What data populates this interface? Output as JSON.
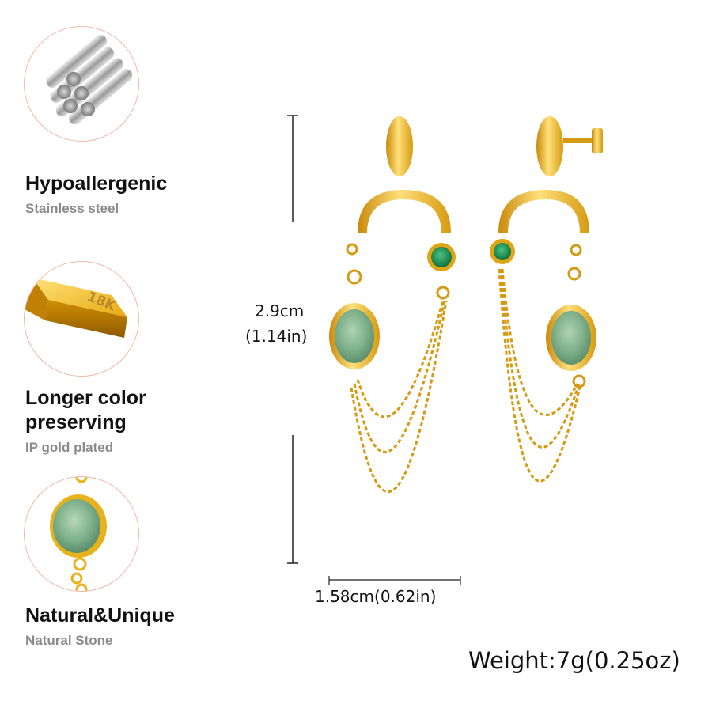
{
  "features": [
    {
      "title": "Hypoallergenic",
      "subtitle": "Stainless steel",
      "icon": "steel-rods-icon"
    },
    {
      "title_line1": "Longer color",
      "title_line2": "preserving",
      "subtitle": "IP gold plated",
      "icon": "gold-bar-icon",
      "bar_label": "18K"
    },
    {
      "title": "Natural&Unique",
      "subtitle": "Natural Stone",
      "icon": "green-stone-icon"
    }
  ],
  "dimensions": {
    "height_cm": "2.9cm",
    "height_in": "(1.14in)",
    "width": "1.58cm(0.62in)"
  },
  "weight": "Weight:7g(0.25oz)",
  "colors": {
    "gold": "#e8b21c",
    "gold_light": "#ffe27a",
    "gold_dark": "#b9800d",
    "stone": "#7fb08c",
    "stone_small": "#1f9a5a",
    "circle_border": "#f0b9a4"
  }
}
